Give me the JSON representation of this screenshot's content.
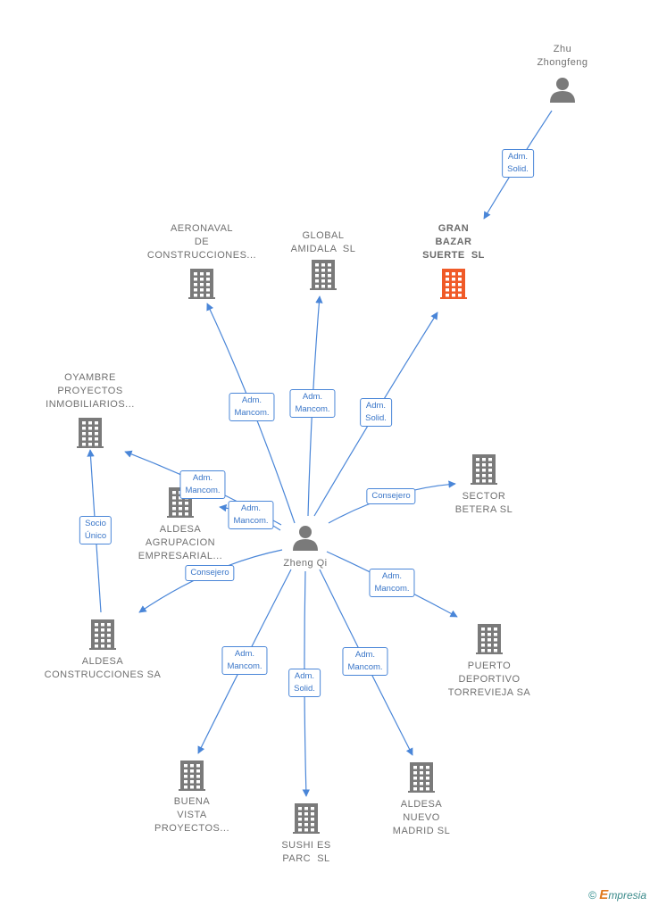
{
  "colors": {
    "edge": "#4a86d8",
    "node_default": "#7a7a7a",
    "node_highlight": "#f05a28"
  },
  "nodes": [
    {
      "id": "zhu",
      "label": "Zhu\nZhongfeng",
      "icon": "person-icon"
    },
    {
      "id": "gran",
      "label": "GRAN\nBAZAR\nSUERTE  SL",
      "icon": "building-icon",
      "highlight": true
    },
    {
      "id": "aeronaval",
      "label": "AERONAVAL\nDE\nCONSTRUCCIONES...",
      "icon": "building-icon"
    },
    {
      "id": "global",
      "label": "GLOBAL\nAMIDALA  SL",
      "icon": "building-icon"
    },
    {
      "id": "oyambre",
      "label": "OYAMBRE\nPROYECTOS\nINMOBILIARIOS...",
      "icon": "building-icon"
    },
    {
      "id": "aldesa_agr",
      "label": "ALDESA\nAGRUPACION\nEMPRESARIAL...",
      "icon": "building-icon"
    },
    {
      "id": "sector",
      "label": "SECTOR\nBETERA SL",
      "icon": "building-icon"
    },
    {
      "id": "zheng",
      "label": "Zheng Qi",
      "icon": "person-icon"
    },
    {
      "id": "aldesa_con",
      "label": "ALDESA\nCONSTRUCCIONES SA",
      "icon": "building-icon"
    },
    {
      "id": "puerto",
      "label": "PUERTO\nDEPORTIVO\nTORREVIEJA SA",
      "icon": "building-icon"
    },
    {
      "id": "buena",
      "label": "BUENA\nVISTA\nPROYECTOS...",
      "icon": "building-icon"
    },
    {
      "id": "sushi",
      "label": "SUSHI ES\nPARC  SL",
      "icon": "building-icon"
    },
    {
      "id": "aldesa_nuevo",
      "label": "ALDESA\nNUEVO\nMADRID SL",
      "icon": "building-icon"
    }
  ],
  "edges": [
    {
      "from": "zhu",
      "to": "gran",
      "label": "Adm.\nSolid."
    },
    {
      "from": "zheng",
      "to": "aeronaval",
      "label": "Adm.\nMancom."
    },
    {
      "from": "zheng",
      "to": "global",
      "label": "Adm.\nMancom."
    },
    {
      "from": "zheng",
      "to": "gran",
      "label": "Adm.\nSolid."
    },
    {
      "from": "zheng",
      "to": "oyambre",
      "label": "Adm.\nMancom."
    },
    {
      "from": "zheng",
      "to": "aldesa_agr",
      "label": "Adm.\nMancom."
    },
    {
      "from": "zheng",
      "to": "sector",
      "label": "Consejero"
    },
    {
      "from": "zheng",
      "to": "aldesa_con",
      "label": "Consejero"
    },
    {
      "from": "zheng",
      "to": "puerto",
      "label": "Adm.\nMancom."
    },
    {
      "from": "zheng",
      "to": "buena",
      "label": "Adm.\nMancom."
    },
    {
      "from": "zheng",
      "to": "sushi",
      "label": "Adm.\nSolid."
    },
    {
      "from": "zheng",
      "to": "aldesa_nuevo",
      "label": "Adm.\nMancom."
    },
    {
      "from": "aldesa_con",
      "to": "oyambre",
      "label": "Socio\nÚnico"
    }
  ],
  "footer": {
    "copyright": "©",
    "brand_initial": "E",
    "brand_rest": "mpresia"
  }
}
